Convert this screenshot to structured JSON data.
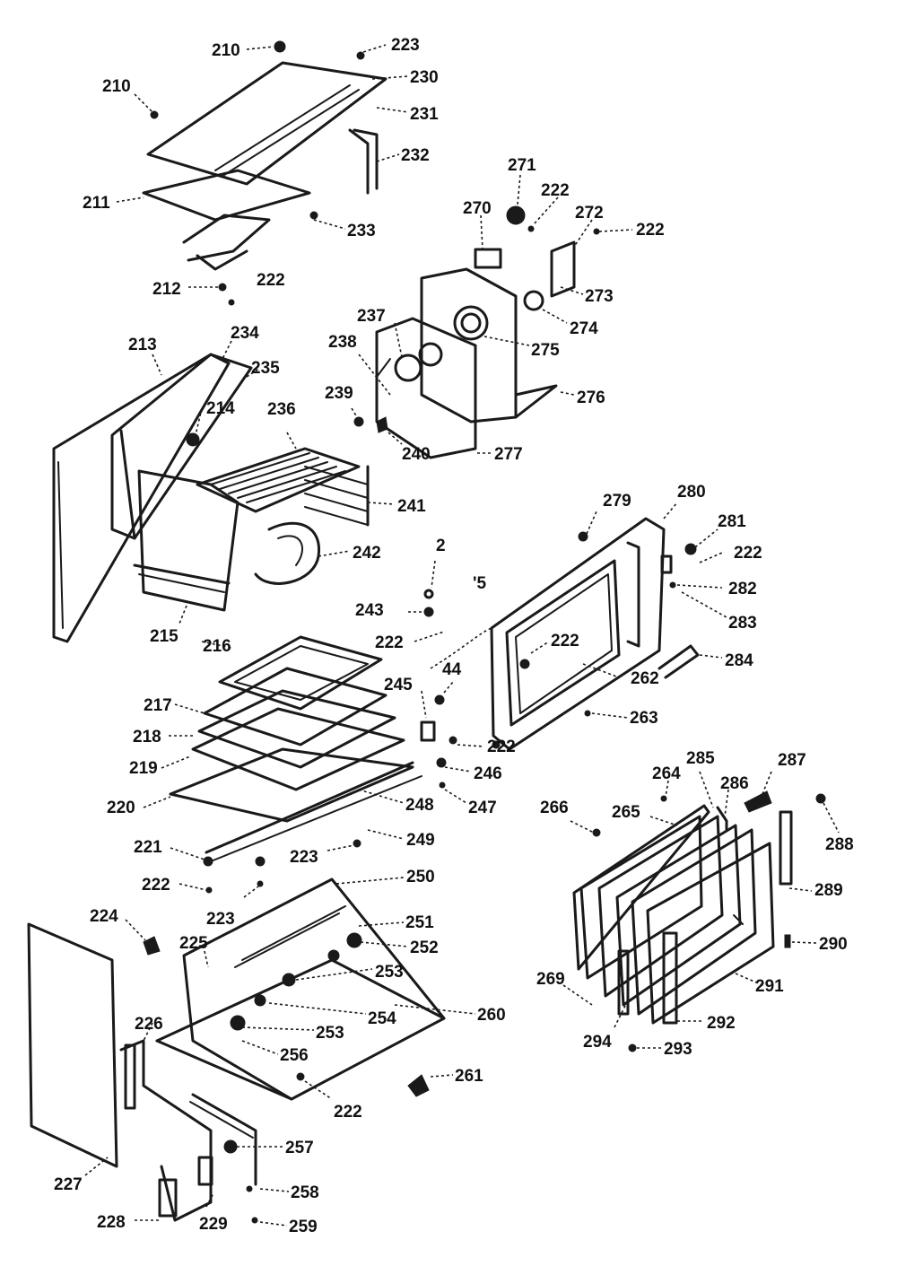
{
  "labels": [
    {
      "id": "c-210a",
      "text": "210"
    },
    {
      "id": "c-223a",
      "text": "223"
    },
    {
      "id": "c-210b",
      "text": "210"
    },
    {
      "id": "c-230",
      "text": "230"
    },
    {
      "id": "c-231",
      "text": "231"
    },
    {
      "id": "c-232",
      "text": "232"
    },
    {
      "id": "c-211",
      "text": "211"
    },
    {
      "id": "c-233",
      "text": "233"
    },
    {
      "id": "c-212",
      "text": "212"
    },
    {
      "id": "c-222a",
      "text": "222"
    },
    {
      "id": "c-271",
      "text": "271"
    },
    {
      "id": "c-222b",
      "text": "222"
    },
    {
      "id": "c-270",
      "text": "270"
    },
    {
      "id": "c-272",
      "text": "272"
    },
    {
      "id": "c-222c",
      "text": "222"
    },
    {
      "id": "c-273",
      "text": "273"
    },
    {
      "id": "c-274",
      "text": "274"
    },
    {
      "id": "c-237",
      "text": "237"
    },
    {
      "id": "c-275",
      "text": "275"
    },
    {
      "id": "c-238",
      "text": "238"
    },
    {
      "id": "c-213",
      "text": "213"
    },
    {
      "id": "c-234",
      "text": "234"
    },
    {
      "id": "c-235",
      "text": "235"
    },
    {
      "id": "c-239",
      "text": "239"
    },
    {
      "id": "c-276",
      "text": "276"
    },
    {
      "id": "c-214",
      "text": "214"
    },
    {
      "id": "c-236",
      "text": "236"
    },
    {
      "id": "c-240",
      "text": "240"
    },
    {
      "id": "c-277",
      "text": "277"
    },
    {
      "id": "c-241",
      "text": "241"
    },
    {
      "id": "c-279",
      "text": "279"
    },
    {
      "id": "c-280",
      "text": "280"
    },
    {
      "id": "c-281",
      "text": "281"
    },
    {
      "id": "c-222d",
      "text": "222"
    },
    {
      "id": "c-242",
      "text": "242"
    },
    {
      "id": "c-2",
      "text": "2"
    },
    {
      "id": "c-282",
      "text": "282"
    },
    {
      "id": "c-5",
      "text": "'5"
    },
    {
      "id": "c-243",
      "text": "243"
    },
    {
      "id": "c-283",
      "text": "283"
    },
    {
      "id": "c-215",
      "text": "215"
    },
    {
      "id": "c-222e",
      "text": "222"
    },
    {
      "id": "c-216",
      "text": "216"
    },
    {
      "id": "c-222f",
      "text": "222"
    },
    {
      "id": "c-284",
      "text": "284"
    },
    {
      "id": "c-44",
      "text": "44"
    },
    {
      "id": "c-262",
      "text": "262"
    },
    {
      "id": "c-217",
      "text": "217"
    },
    {
      "id": "c-245",
      "text": "245"
    },
    {
      "id": "c-263",
      "text": "263"
    },
    {
      "id": "c-218",
      "text": "218"
    },
    {
      "id": "c-222g",
      "text": "222"
    },
    {
      "id": "c-219",
      "text": "219"
    },
    {
      "id": "c-246",
      "text": "246"
    },
    {
      "id": "c-264",
      "text": "264"
    },
    {
      "id": "c-285",
      "text": "285"
    },
    {
      "id": "c-287",
      "text": "287"
    },
    {
      "id": "c-286",
      "text": "286"
    },
    {
      "id": "c-220",
      "text": "220"
    },
    {
      "id": "c-248",
      "text": "248"
    },
    {
      "id": "c-247",
      "text": "247"
    },
    {
      "id": "c-266",
      "text": "266"
    },
    {
      "id": "c-265",
      "text": "265"
    },
    {
      "id": "c-288",
      "text": "288"
    },
    {
      "id": "c-221",
      "text": "221"
    },
    {
      "id": "c-249",
      "text": "249"
    },
    {
      "id": "c-223b",
      "text": "223"
    },
    {
      "id": "c-222h",
      "text": "222"
    },
    {
      "id": "c-250",
      "text": "250"
    },
    {
      "id": "c-289",
      "text": "289"
    },
    {
      "id": "c-223c",
      "text": "223"
    },
    {
      "id": "c-224",
      "text": "224"
    },
    {
      "id": "c-251",
      "text": "251"
    },
    {
      "id": "c-225",
      "text": "225"
    },
    {
      "id": "c-252",
      "text": "252"
    },
    {
      "id": "c-290",
      "text": "290"
    },
    {
      "id": "c-253a",
      "text": "253"
    },
    {
      "id": "c-269",
      "text": "269"
    },
    {
      "id": "c-291",
      "text": "291"
    },
    {
      "id": "c-254",
      "text": "254"
    },
    {
      "id": "c-260",
      "text": "260"
    },
    {
      "id": "c-226",
      "text": "226"
    },
    {
      "id": "c-253b",
      "text": "253"
    },
    {
      "id": "c-292",
      "text": "292"
    },
    {
      "id": "c-294",
      "text": "294"
    },
    {
      "id": "c-256",
      "text": "256"
    },
    {
      "id": "c-293",
      "text": "293"
    },
    {
      "id": "c-261",
      "text": "261"
    },
    {
      "id": "c-222i",
      "text": "222"
    },
    {
      "id": "c-257",
      "text": "257"
    },
    {
      "id": "c-227",
      "text": "227"
    },
    {
      "id": "c-258",
      "text": "258"
    },
    {
      "id": "c-228",
      "text": "228"
    },
    {
      "id": "c-229",
      "text": "229"
    },
    {
      "id": "c-259",
      "text": "259"
    }
  ]
}
